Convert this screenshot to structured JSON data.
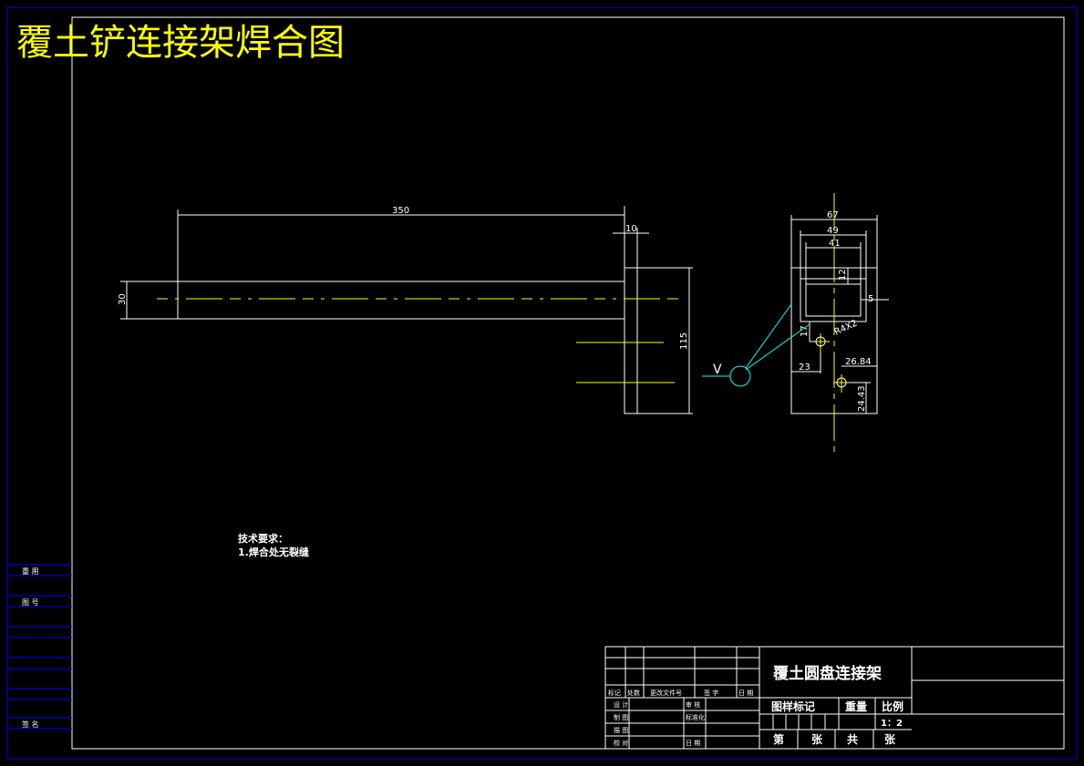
{
  "drawing": {
    "title": "覆土铲连接架焊合图",
    "dimensions": {
      "length_350": "350",
      "thickness_10": "10",
      "height_30": "30",
      "height_115": "115",
      "width_67": "67",
      "width_49": "49",
      "width_41": "41",
      "dim_12": "12",
      "dim_5": "5",
      "dim_17": "17",
      "hole_callout": "R4X2",
      "dim_23": "23",
      "dim_26_84": "26.84",
      "dim_24_43": "24.43"
    },
    "weld_symbol": "V"
  },
  "notes": {
    "heading": "技术要求：",
    "line1": "1.焊合处无裂缝"
  },
  "title_block": {
    "part_name": "覆土圆盘连接架",
    "header_row": [
      "标记",
      "处数",
      "更改文件号",
      "签 字",
      "日 期"
    ],
    "design": "设 计",
    "drawing": "制 图",
    "check": "描 图",
    "verify": "校 对",
    "review": "审 核",
    "process": "标准化",
    "date": "日 期",
    "mark_label": "图样标记",
    "weight_label": "重量",
    "scale_label": "比例",
    "scale_value": "1：2",
    "sheet_no": "第",
    "sheet_unit1": "张",
    "sheet_total": "共",
    "sheet_unit2": "张"
  },
  "side_strip": {
    "r1": "重 用",
    "r2": "图 号",
    "r3": "签 名"
  },
  "colors": {
    "line": "#ffffff",
    "frame": "#0000ff",
    "center": "#ffff00",
    "leader": "#00ffff",
    "title": "#ffff00"
  }
}
